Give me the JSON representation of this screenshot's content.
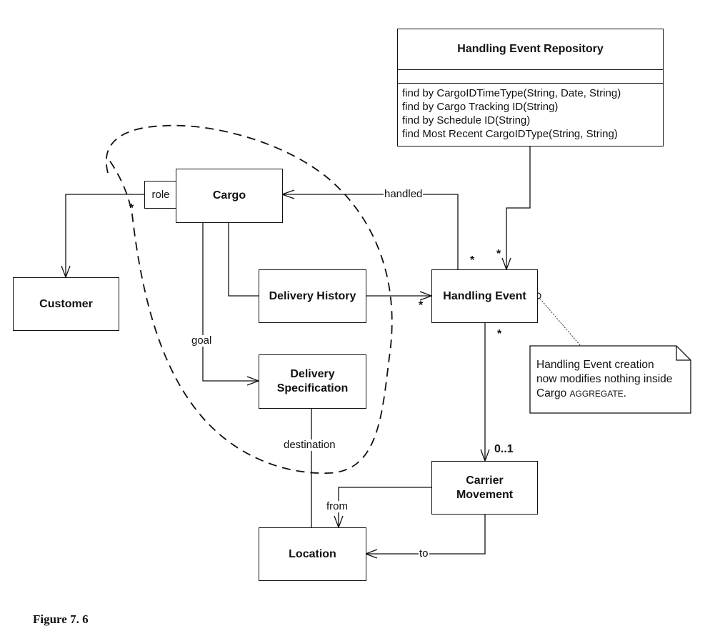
{
  "figure": {
    "caption": "Figure 7. 6"
  },
  "classes": {
    "repository": {
      "title": "Handling Event Repository",
      "operations": [
        "find by CargoIDTimeType(String, Date, String)",
        "find by Cargo Tracking ID(String)",
        "find by Schedule ID(String)",
        "find Most Recent CargoIDType(String, String)"
      ]
    },
    "cargo": "Cargo",
    "customer": "Customer",
    "delivery_history": "Delivery History",
    "delivery_specification": "Delivery Specification",
    "handling_event": "Handling Event",
    "carrier_movement": "Carrier Movement",
    "location": "Location"
  },
  "qualifier": "role",
  "associations": {
    "handled": "handled",
    "goal": "goal",
    "destination": "destination",
    "from": "from",
    "to": "to"
  },
  "multiplicities": {
    "customer_role": "*",
    "handled_event_end": "*",
    "repository_event_end": "*",
    "history_event_end": "*",
    "event_movement_source": "*",
    "event_movement_target": "0..1"
  },
  "note": {
    "line1": "Handling Event creation",
    "line2": "now modifies nothing inside",
    "line3_prefix": "Cargo ",
    "line3_smallcaps": "AGGREGATE",
    "line3_suffix": "."
  },
  "aggregate_boundary": "Cargo aggregate boundary (dashed)"
}
